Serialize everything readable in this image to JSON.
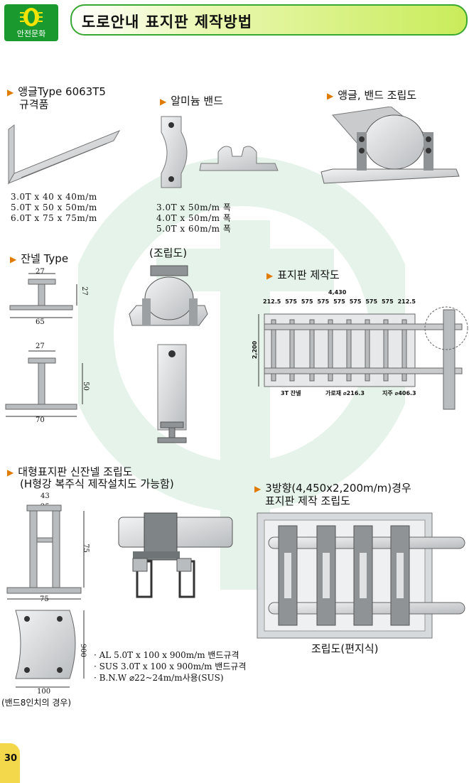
{
  "logo": {
    "text": "안전문화"
  },
  "title": "도로안내 표지판 제작방법",
  "sections": {
    "angle": {
      "heading1": "앵글Type 6063T5",
      "heading2": "규격품",
      "specs": [
        "3.0T x 40 x 40m/m",
        "5.0T x 50 x 50m/m",
        "6.0T x 75 x 75m/m"
      ]
    },
    "band": {
      "heading": "알미늄 밴드",
      "specs": [
        "3.0T x 50m/m 폭",
        "4.0T x 50m/m 폭",
        "5.0T x 60m/m 폭"
      ]
    },
    "assembly_top": {
      "heading": "앵글, 밴드 조립도"
    },
    "channel": {
      "heading": "잔넬 Type",
      "dims1": {
        "top": "27",
        "side": "27",
        "bottom": "65"
      },
      "dims2": {
        "top": "27",
        "side": "50",
        "bottom": "70"
      }
    },
    "mid_assembly": {
      "label": "(조립도)"
    },
    "sign_build": {
      "heading": "표지판 제작도",
      "total": "4,430",
      "spans": [
        "212.5",
        "575",
        "575",
        "575",
        "575",
        "575",
        "575",
        "575",
        "212.5"
      ],
      "height": "2,200",
      "labels": [
        "3T 잔넬",
        "가로재 ⌀216.3",
        "지주 ⌀406.3"
      ]
    },
    "large_channel": {
      "heading1": "대형표지판 신잔넬 조립도",
      "heading2": "(H형강 복주식 제작설치도 가능함)",
      "dims": {
        "top_outer": "43",
        "top_inner": "25",
        "side": "75",
        "bottom": "75"
      },
      "band_dims": {
        "side": "900",
        "bottom": "100"
      },
      "band_note": "(밴드8인치의 경우)",
      "notes": [
        "· AL 5.0T x 100 x 900m/m 밴드규격",
        "· SUS 3.0T x 100 x 900m/m 밴드규격",
        "· B.N.W ⌀22~24m/m사용(SUS)"
      ]
    },
    "three_way": {
      "heading1": "3방향(4,450x2,200m/m)경우",
      "heading2": "표지판 제작 조립도",
      "caption": "조립도(편지식)"
    }
  },
  "page_number": "30",
  "colors": {
    "accent_green": "#1a9a2e",
    "bullet": "#e07b00",
    "metal": "#b9bcbf",
    "watermark": "#e6f3ea"
  }
}
